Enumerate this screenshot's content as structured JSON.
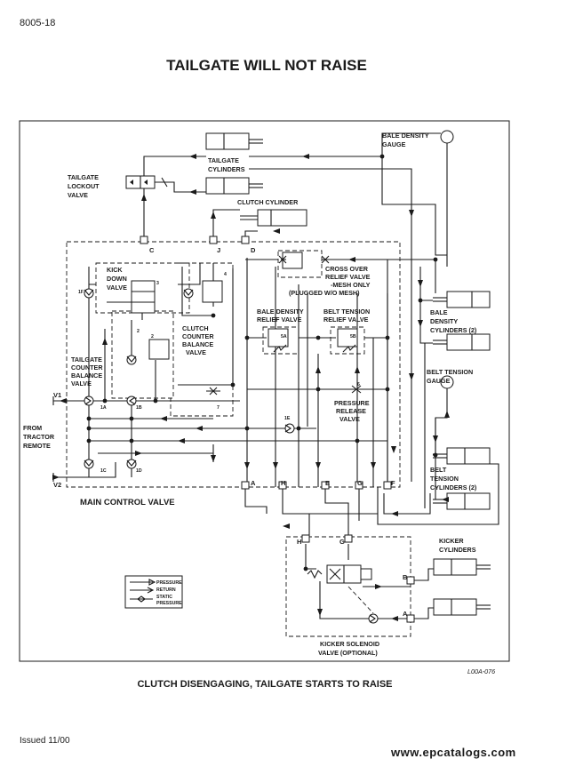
{
  "header": {
    "page_number": "8005-18",
    "title": "TAILGATE WILL NOT RAISE"
  },
  "labels": {
    "bale_density_gauge": [
      "BALE DENSITY",
      "GAUGE"
    ],
    "tailgate_cylinders": [
      "TAILGATE",
      "CYLINDERS"
    ],
    "tailgate_lockout_valve": [
      "TAILGATE",
      "LOCKOUT",
      "VALVE"
    ],
    "clutch_cylinder": "CLUTCH CYLINDER",
    "cross_over_relief": [
      "CROSS OVER",
      "RELIEF VALVE",
      "-MESH ONLY",
      "(PLUGGED W/O MESH)"
    ],
    "kick_down_valve": [
      "KICK",
      "DOWN",
      "VALVE"
    ],
    "clutch_counter_balance": [
      "CLUTCH",
      "COUNTER",
      "BALANCE",
      "VALVE"
    ],
    "bale_density_relief": [
      "BALE DENSITY",
      "RELIEF VALVE"
    ],
    "belt_tension_relief": [
      "BELT TENSION",
      "RELIEF VALVE"
    ],
    "bale_density_cylinders": [
      "BALE",
      "DENSITY",
      "CYLINDERS (2)"
    ],
    "belt_tension_gauge": [
      "BELT TENSION",
      "GAUGE"
    ],
    "tailgate_counter_balance": [
      "TAILGATE",
      "COUNTER",
      "BALANCE",
      "VALVE"
    ],
    "pressure_release_valve": [
      "PRESSURE",
      "RELEASE",
      "VALVE"
    ],
    "from_tractor_remote": [
      "FROM",
      "TRACTOR",
      "REMOTE"
    ],
    "belt_tension_cylinders": [
      "BELT",
      "TENSION",
      "CYLINDERS (2)"
    ],
    "main_control_valve": "MAIN CONTROL VALVE",
    "kicker_cylinders": [
      "KICKER",
      "CYLINDERS"
    ],
    "kicker_solenoid_valve": [
      "KICKER SOLENOID",
      "VALVE (OPTIONAL)"
    ]
  },
  "ports": {
    "C": "C",
    "J": "J",
    "D": "D",
    "A": "A",
    "H": "H",
    "E": "E",
    "G": "G",
    "F": "F",
    "H2": "H",
    "G2": "G",
    "B2": "B",
    "A2": "A",
    "V1": "V1",
    "V2": "V2",
    "n1A": "1A",
    "n1B": "1B",
    "n1C": "1C",
    "n1D": "1D",
    "n1E": "1E",
    "n1F": "1F",
    "n2a": "2",
    "n2b": "2",
    "n3": "3",
    "n4": "4",
    "n5A": "5A",
    "n5B": "5B",
    "n6": "6",
    "n7": "7"
  },
  "legend": {
    "pressure": "PRESSURE",
    "return": "RETURN",
    "static": [
      "STATIC",
      "PRESSURE"
    ]
  },
  "figure_id": "L00A-076",
  "caption": "CLUTCH DISENGAGING, TAILGATE STARTS TO RAISE",
  "footer": {
    "issued": "Issued 11/00",
    "watermark": "www.epcatalogs.com"
  }
}
